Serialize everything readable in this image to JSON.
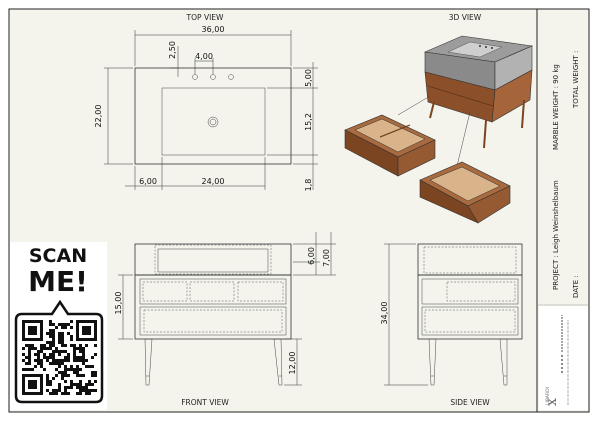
{
  "views": {
    "top": "TOP VIEW",
    "iso": "3D VIEW",
    "front": "FRONT VIEW",
    "side": "SIDE VIEW"
  },
  "dims": {
    "top_width": "36,00",
    "top_depth": "22,00",
    "faucet_offset": "2,50",
    "faucet_spacing": "4,00",
    "top_back": "5,00",
    "top_basin": "15,2",
    "top_front": "1,8",
    "top_left": "6,00",
    "top_basin_w": "24,00",
    "front_a": "6,00",
    "front_b": "7,00",
    "front_h": "15,00",
    "front_leg": "12,00",
    "side_h": "34,00"
  },
  "title_block": {
    "marble_weight": "MARBLE WEIGHT : 90 kg",
    "total_weight": "TOTAL WEIGHT :",
    "project": "PROJECT : Leigh Weinshelbaum",
    "date": "DATE :",
    "logo_text": "LIBARDI"
  },
  "qr": {
    "scan_line1": "SCAN",
    "scan_line2": "ME!"
  }
}
